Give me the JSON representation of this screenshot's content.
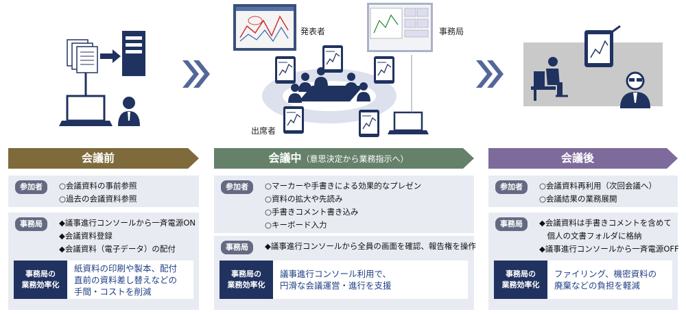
{
  "labels": {
    "presenter": "発表者",
    "secretariat": "事務局",
    "attendee": "出席者"
  },
  "colors": {
    "before": "#7e6a3a",
    "during": "#65816a",
    "after": "#7d6b9b",
    "tag": "#656a83",
    "panel": "#e9ebf3",
    "eff_head": "#20325f",
    "eff_text": "#1f3f86",
    "arrow": "#54679a"
  },
  "before": {
    "title": "会議前",
    "participant_tag": "参加者",
    "participant_items": [
      "○会議資料の事前参照",
      "○過去の会議資料参照"
    ],
    "secretariat_tag": "事務局",
    "secretariat_items": [
      "◆議事進行コンソールから一斉電源ON",
      "◆会議資料登録",
      "◆会議資料（電子データ）の配付"
    ],
    "eff_head": [
      "事務局の",
      "業務効率化"
    ],
    "eff_body": [
      "紙資料の印刷や製本、配付",
      "直前の資料差し替えなどの",
      "手間・コストを削減"
    ]
  },
  "during": {
    "title": "会議中",
    "title_sub": "（意思決定から業務指示へ）",
    "participant_tag": "参加者",
    "participant_items": [
      "○マーカーや手書きによる効果的なプレゼン",
      "○資料の拡大や先読み",
      "○手書きコメント書き込み",
      "○キーボード入力"
    ],
    "secretariat_tag": "事務局",
    "secretariat_items": [
      "◆議事進行コンソールから全員の画面を確認、報告権を操作"
    ],
    "eff_head": [
      "事務局の",
      "業務効率化"
    ],
    "eff_body": [
      "議事進行コンソール利用で、",
      "円滑な会議運営・進行を支援"
    ]
  },
  "after": {
    "title": "会議後",
    "participant_tag": "参加者",
    "participant_items": [
      "○会議資料再利用（次回会議へ）",
      "○会議結果の業務展開"
    ],
    "secretariat_tag": "事務局",
    "secretariat_items": [
      "◆会議資料は手書きコメントを含めて",
      "　個人の文書フォルダに格納",
      "◆議事進行コンソールから一斉電源OFF"
    ],
    "eff_head": [
      "事務局の",
      "業務効率化"
    ],
    "eff_body": [
      "ファイリング、機密資料の",
      "廃棄などの負担を軽減"
    ]
  }
}
